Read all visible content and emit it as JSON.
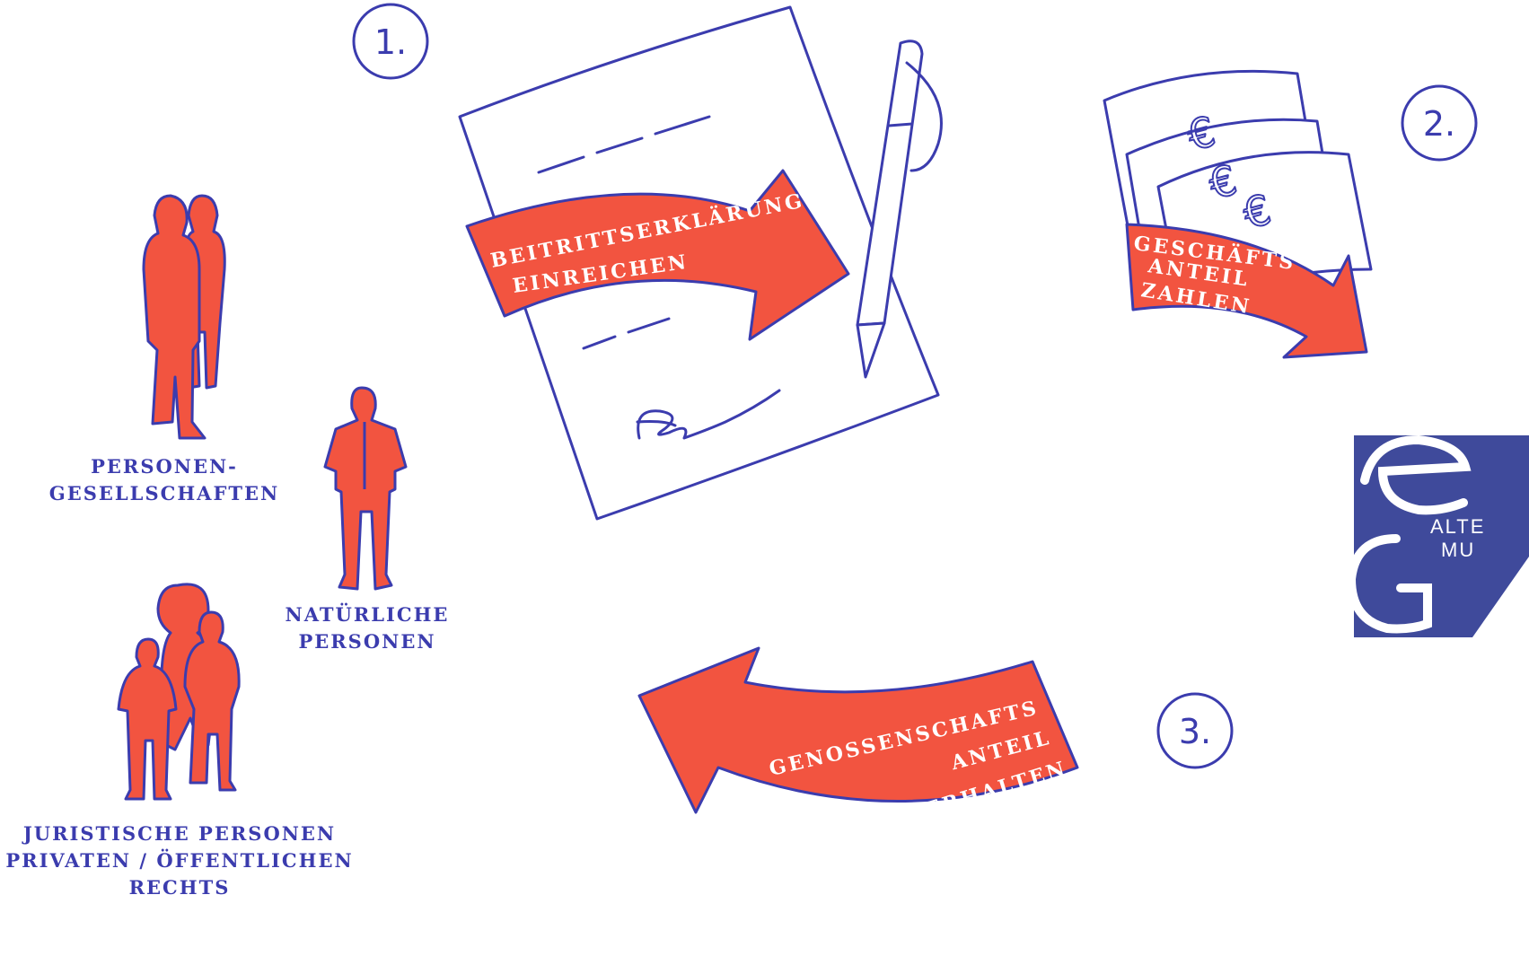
{
  "steps": [
    {
      "number": "1."
    },
    {
      "number": "2."
    },
    {
      "number": "3."
    }
  ],
  "arrows": {
    "submit": {
      "line1": "BEITRITTSERKLÄRUNG",
      "line2": "EINREICHEN"
    },
    "pay": {
      "line1": "GESCHÄFTS",
      "line2": "ANTEIL",
      "line3": "ZAHLEN"
    },
    "receive": {
      "line1": "GENOSSENSCHAFTS",
      "line2": "ANTEIL",
      "line3": "ERHALTEN"
    }
  },
  "groups": {
    "partnerships": {
      "line1": "PERSONEN-",
      "line2": "GESELLSCHAFTEN"
    },
    "natural_persons": {
      "line1": "NATÜRLICHE",
      "line2": "PERSONEN"
    },
    "legal_persons": {
      "line1": "JURISTISCHE PERSONEN",
      "line2": "PRIVATEN / ÖFFENTLICHEN",
      "line3": "RECHTS"
    }
  },
  "logo": {
    "line1": "ALTE",
    "line2": "MU"
  },
  "currency_symbol": "€",
  "colors": {
    "primary": "#3b3cae",
    "accent": "#f25440",
    "logo_bg": "#3f4a9b"
  }
}
